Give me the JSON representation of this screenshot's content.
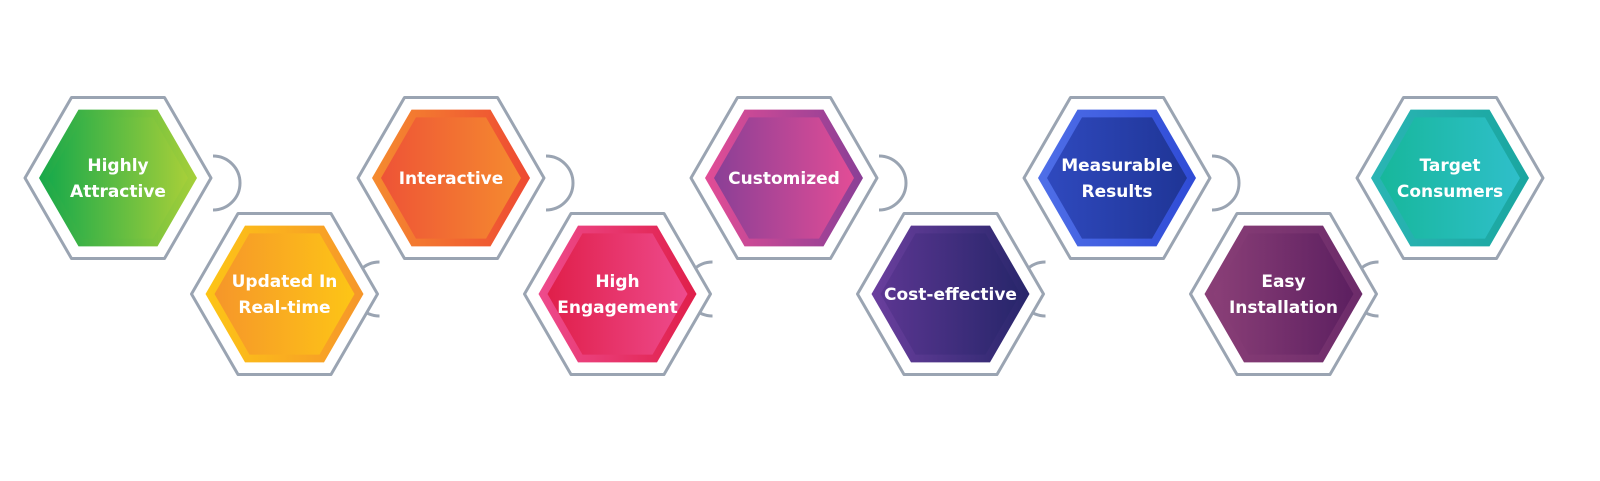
{
  "diagram": {
    "features": [
      {
        "id": "highly-attractive",
        "lines": [
          "Highly",
          "Attractive"
        ],
        "colors": [
          "#1aaa4a",
          "#a6cf39"
        ],
        "rim": [
          "#18a84a",
          "#a6cf39"
        ]
      },
      {
        "id": "updated-in-real-time",
        "lines": [
          "Updated In",
          "Real-time"
        ],
        "colors": [
          "#f6962a",
          "#fdc516"
        ],
        "rim": [
          "#fdc516",
          "#f6962a"
        ]
      },
      {
        "id": "interactive",
        "lines": [
          "Interactive"
        ],
        "colors": [
          "#ee5336",
          "#f58b2f"
        ],
        "rim": [
          "#f58b2f",
          "#ee4a33"
        ]
      },
      {
        "id": "high-engagement",
        "lines": [
          "High",
          "Engagement"
        ],
        "colors": [
          "#e01f4a",
          "#ee4b8d"
        ],
        "rim": [
          "#ee4b8d",
          "#e01f4a"
        ]
      },
      {
        "id": "customized",
        "lines": [
          "Customized"
        ],
        "colors": [
          "#8a3f96",
          "#e24d96"
        ],
        "rim": [
          "#e24d96",
          "#8a3f96"
        ]
      },
      {
        "id": "cost-effective",
        "lines": [
          "Cost-effective"
        ],
        "colors": [
          "#5b3691",
          "#28266b"
        ],
        "rim": [
          "#6b3f9e",
          "#28266b"
        ]
      },
      {
        "id": "measurable-results",
        "lines": [
          "Measurable",
          "Results"
        ],
        "colors": [
          "#2f49be",
          "#1f3596"
        ],
        "rim": [
          "#4f6fe8",
          "#2f4bd6"
        ]
      },
      {
        "id": "easy-installation",
        "lines": [
          "Easy",
          "Installation"
        ],
        "colors": [
          "#8a3f77",
          "#5c1f60"
        ],
        "rim": [
          "#8a3f77",
          "#6c2b6a"
        ]
      },
      {
        "id": "target-consumers",
        "lines": [
          "Target",
          "Consumers"
        ],
        "colors": [
          "#17b79b",
          "#2fbfca"
        ],
        "rim": [
          "#2ab5b4",
          "#1aa6a0"
        ]
      }
    ],
    "outline_color": "#9aa4b2"
  }
}
